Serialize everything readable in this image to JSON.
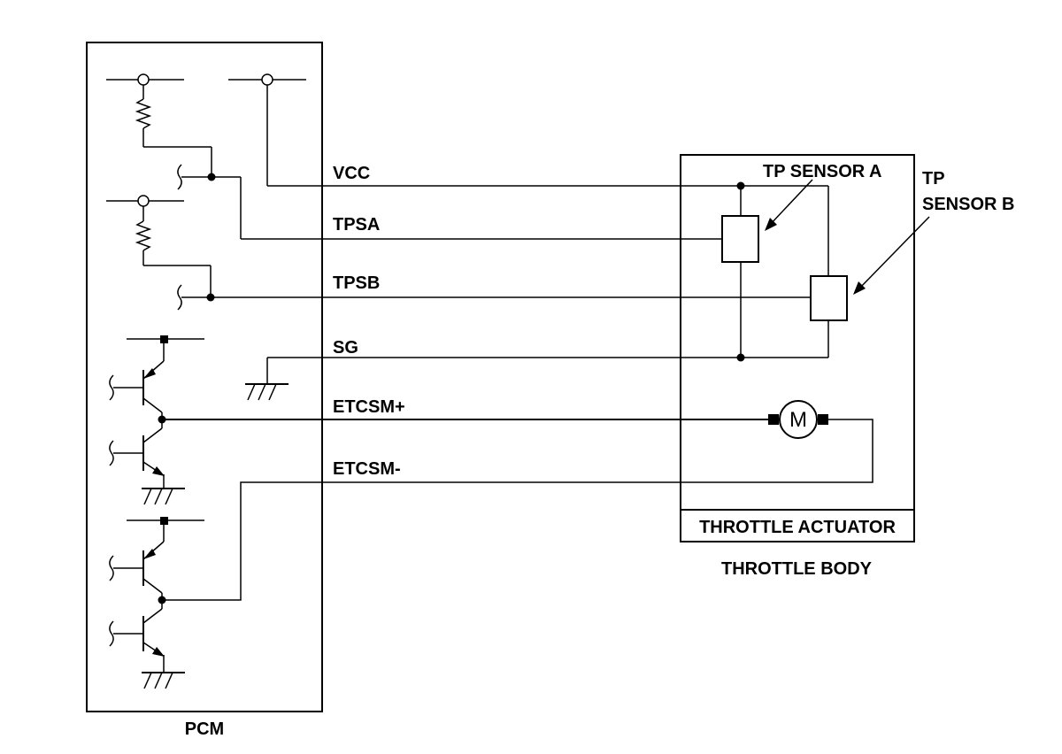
{
  "diagram": {
    "pcm_label": "PCM",
    "throttle_actuator_label": "THROTTLE ACTUATOR",
    "throttle_body_label": "THROTTLE BODY",
    "tp_sensor_a_label": "TP SENSOR A",
    "tp_sensor_b_label_line1": "TP",
    "tp_sensor_b_label_line2": "SENSOR B",
    "motor_symbol": "M",
    "wires": {
      "vcc": "VCC",
      "tpsa": "TPSA",
      "tpsb": "TPSB",
      "sg": "SG",
      "etcsm_plus": "ETCSM+",
      "etcsm_minus": "ETCSM-"
    },
    "icons": [
      "resistor-icon",
      "terminal-icon",
      "ground-icon",
      "transistor-icon",
      "motor-icon",
      "sensor-icon"
    ]
  }
}
